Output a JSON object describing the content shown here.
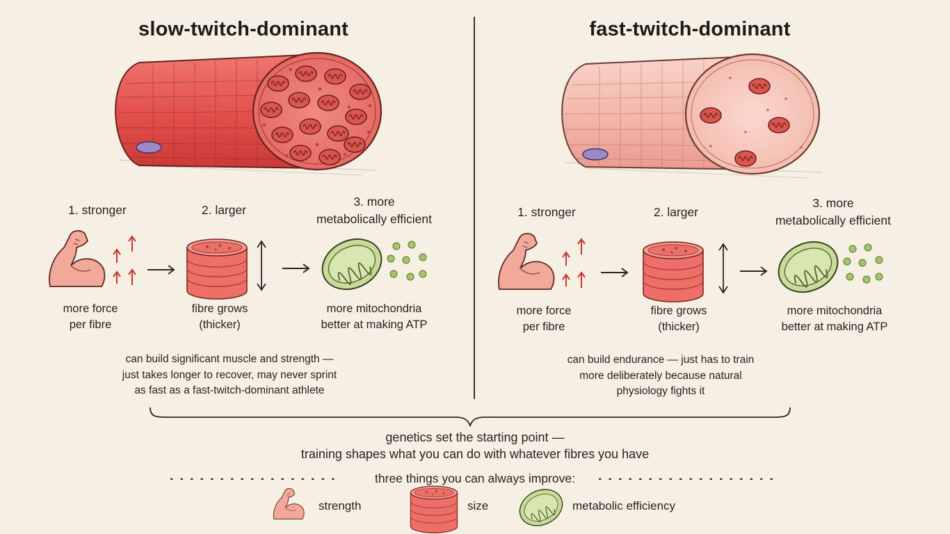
{
  "slow": {
    "title": "slow-twitch-dominant",
    "steps": [
      {
        "label": "1. stronger",
        "caption": "more force\nper fibre"
      },
      {
        "label": "2. larger",
        "caption": "fibre grows\n(thicker)"
      },
      {
        "label": "3. more\nmetabolically efficient",
        "caption": "more mitochondria\nbetter at making ATP"
      }
    ],
    "note": "can build significant muscle and strength —\njust takes longer to recover, may never sprint\nas fast as a fast-twitch-dominant athlete"
  },
  "fast": {
    "title": "fast-twitch-dominant",
    "steps": [
      {
        "label": "1. stronger",
        "caption": "more force\nper fibre"
      },
      {
        "label": "2. larger",
        "caption": "fibre grows\n(thicker)"
      },
      {
        "label": "3. more\nmetabolically efficient",
        "caption": "more mitochondria\nbetter at making ATP"
      }
    ],
    "note": "can build endurance — just has to train\nmore deliberately because natural\nphysiology fights it"
  },
  "summary": {
    "line1": "genetics set the starting point —",
    "line2": "training shapes what you can do with whatever fibres you have"
  },
  "legend": {
    "heading": "three things you can always improve:",
    "items": [
      {
        "label": "strength",
        "icon": "flexed-arm-icon"
      },
      {
        "label": "size",
        "icon": "fibre-disc-icon"
      },
      {
        "label": "metabolic efficiency",
        "icon": "mitochondrion-icon"
      }
    ]
  },
  "colors": {
    "slow_fibre": "#e0524f",
    "fast_fibre": "#f3b8ab",
    "arrow_red": "#c8352f",
    "mito_green": "#c9dc9b",
    "background": "#f6efe4"
  }
}
